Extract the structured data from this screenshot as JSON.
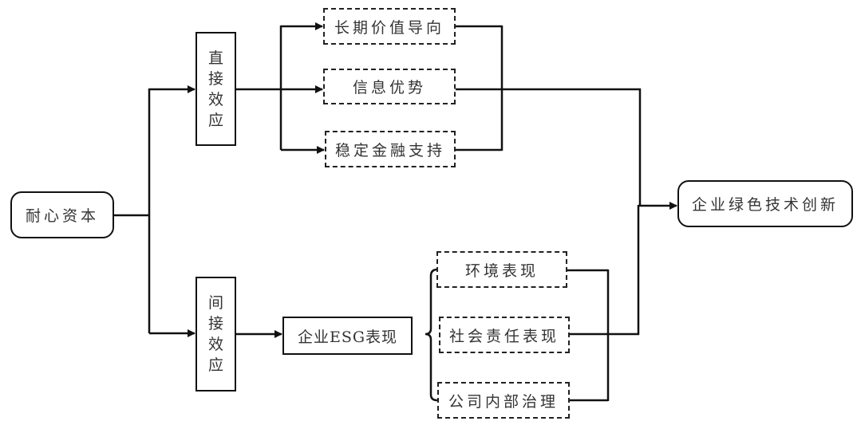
{
  "diagram": {
    "source": {
      "label": "耐心资本"
    },
    "target": {
      "label": "企业绿色技术创新"
    },
    "direct_effect": {
      "label": "直接效应",
      "chars": [
        "直",
        "接",
        "效",
        "应"
      ],
      "mechanisms": [
        {
          "label": "长期价值导向"
        },
        {
          "label": "信息优势"
        },
        {
          "label": "稳定金融支持"
        }
      ]
    },
    "indirect_effect": {
      "label": "间接效应",
      "chars": [
        "间",
        "接",
        "效",
        "应"
      ],
      "mediator": {
        "label": "企业ESG表现"
      },
      "components": [
        {
          "label": "环境表现"
        },
        {
          "label": "社会责任表现"
        },
        {
          "label": "公司内部治理"
        }
      ]
    }
  }
}
